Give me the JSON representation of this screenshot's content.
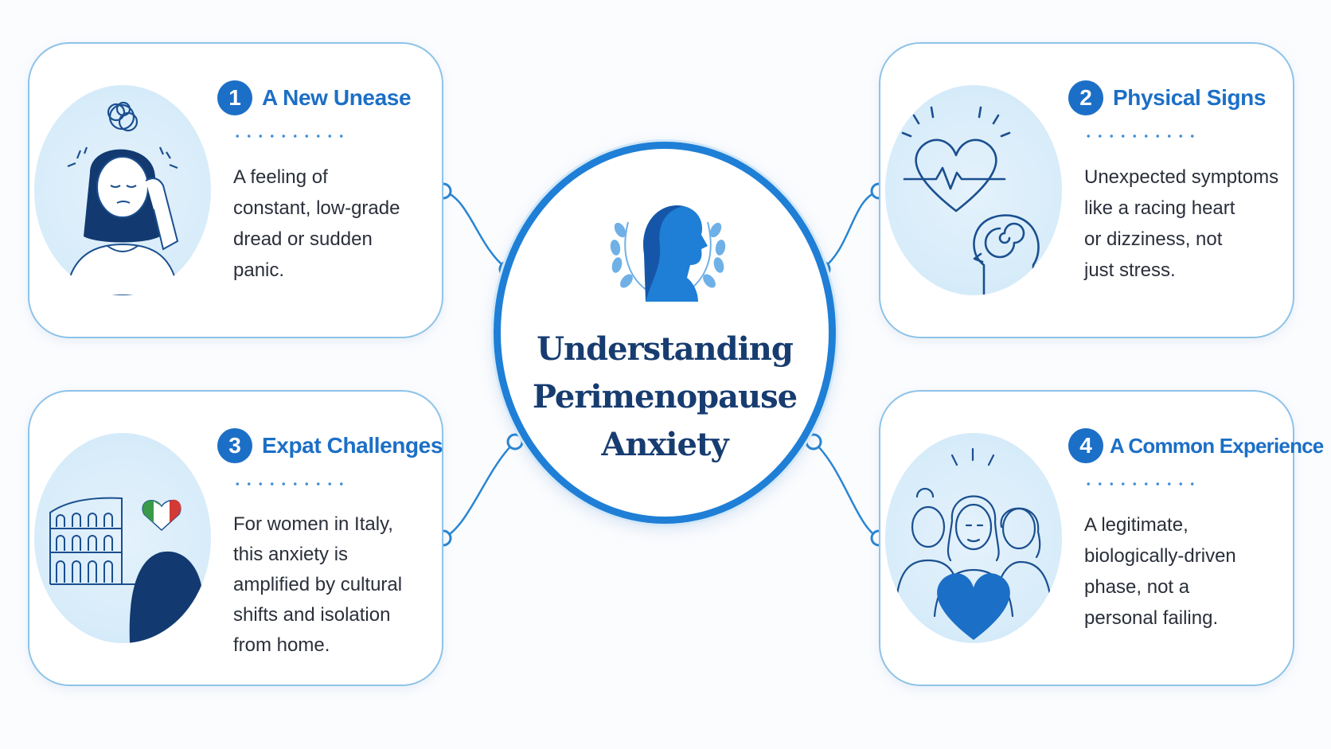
{
  "title_lines": [
    "Understanding",
    "Perimenopause",
    "Anxiety"
  ],
  "cards": [
    {
      "number": "1",
      "title": "A New Unease",
      "body_lines": [
        "A feeling of",
        "constant, low-grade",
        "dread or sudden",
        "panic."
      ],
      "illustration": "stressed-woman-icon"
    },
    {
      "number": "2",
      "title": "Physical Signs",
      "body_lines": [
        "Unexpected symptoms",
        "like a racing heart",
        "or dizziness, not",
        "just stress."
      ],
      "illustration": "heartbeat-head-icon"
    },
    {
      "number": "3",
      "title": "Expat Challenges",
      "body_lines": [
        "For women in Italy,",
        "this anxiety is",
        "amplified by cultural",
        "shifts and isolation",
        "from home."
      ],
      "illustration": "colosseum-woman-icon"
    },
    {
      "number": "4",
      "title": "A Common Experience",
      "body_lines": [
        "A legitimate,",
        "biologically-driven",
        "phase, not a",
        "personal failing."
      ],
      "illustration": "women-group-heart-icon"
    }
  ],
  "colors": {
    "accent": "#1c6fc6",
    "ring": "#1f7fd6",
    "card_border": "#8ec3e8",
    "title_navy": "#173c70",
    "body_text": "#2a2f3a",
    "illustration_bg": "#d6ebf9"
  }
}
